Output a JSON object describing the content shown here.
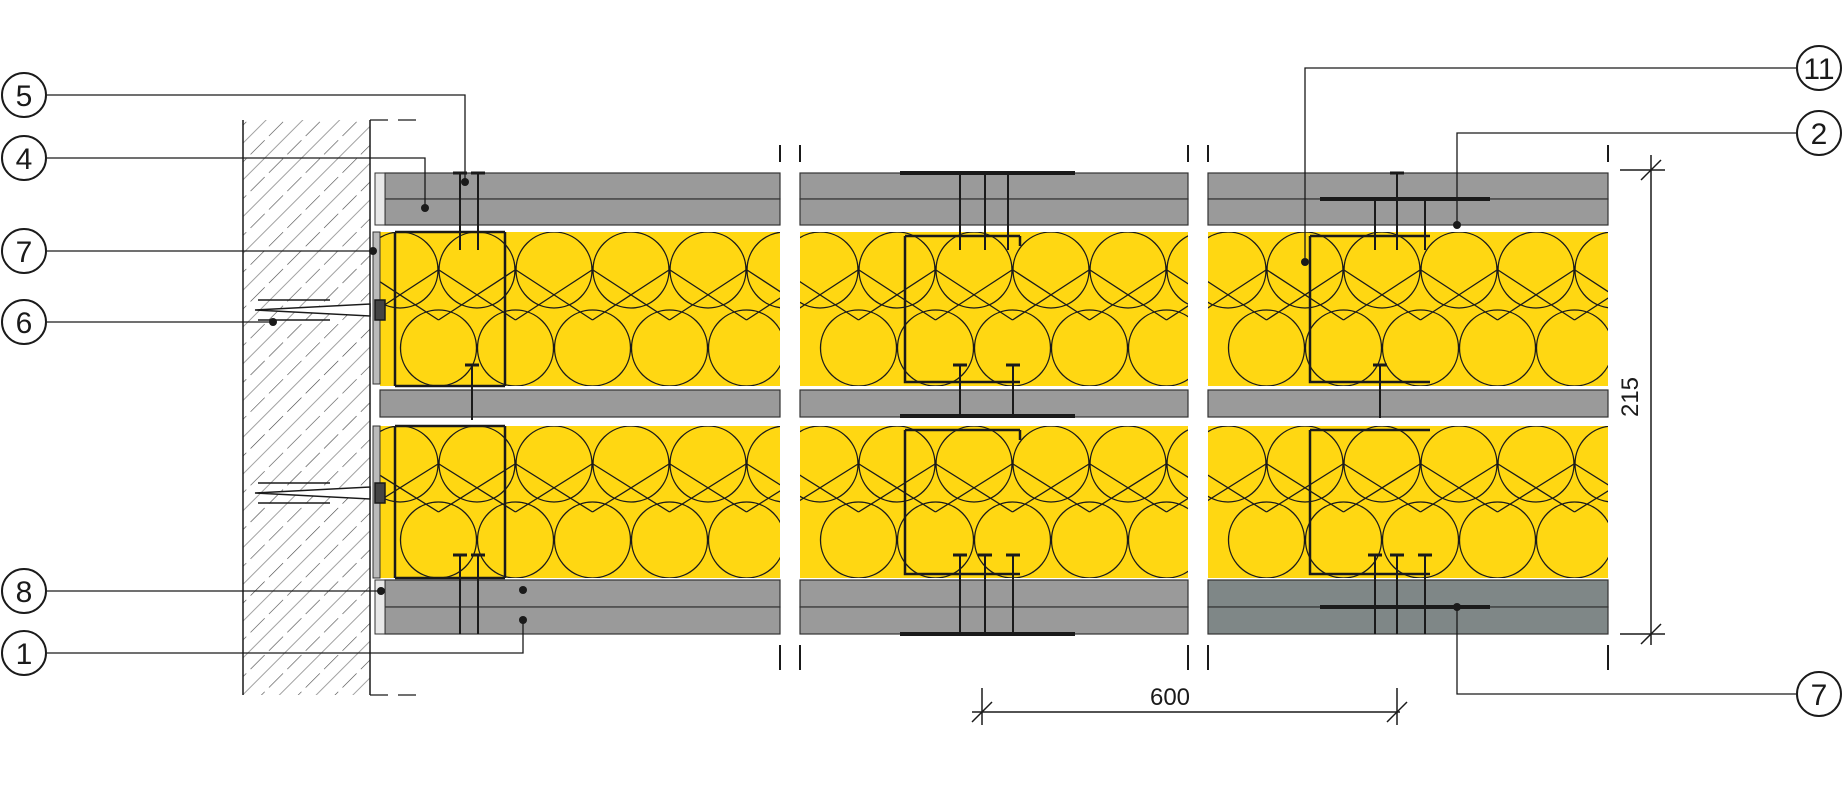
{
  "colors": {
    "insulation": "#FFD712",
    "board": "#9a9a9a",
    "board_special": "#7f8787",
    "line": "#1a1a1a",
    "wall_hatch": "#555555"
  },
  "callouts": {
    "c5": "5",
    "c4": "4",
    "c7_left": "7",
    "c6": "6",
    "c8": "8",
    "c1": "1",
    "c11": "11",
    "c2": "2",
    "c7_right": "7"
  },
  "dimensions": {
    "width_label": "600",
    "thickness_label": "215"
  }
}
